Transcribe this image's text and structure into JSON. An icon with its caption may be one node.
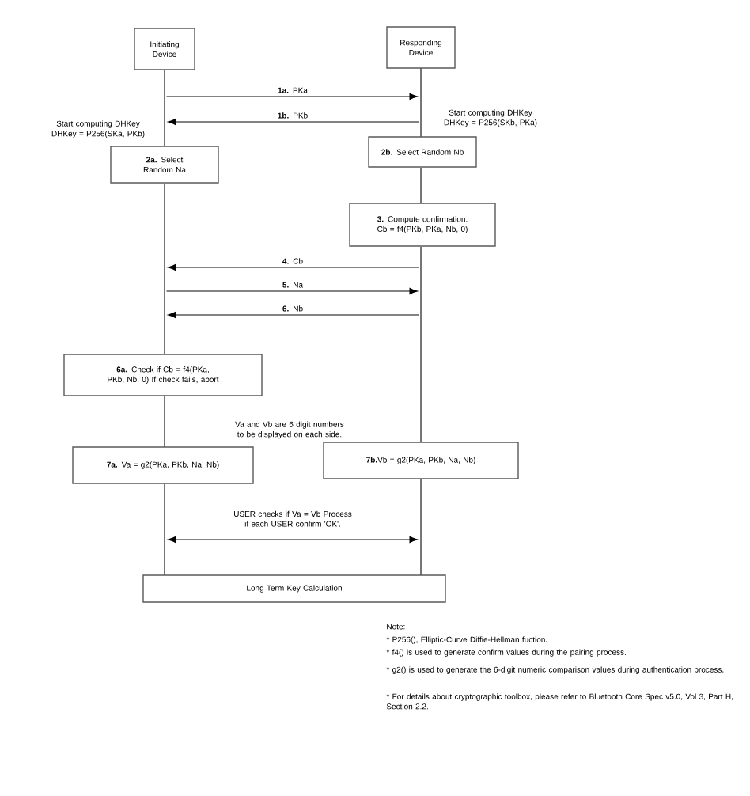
{
  "diagram": {
    "nodes": [
      {
        "text": [
          "Initiating Device"
        ]
      },
      {
        "text": [
          "Responding Device"
        ]
      },
      {
        "text": [
          "**2a.** Select Random Na"
        ]
      },
      {
        "text": [
          "**2b.** Select Random Nb"
        ]
      },
      {
        "text": [
          "**3.** Compute confirmation: Cb = f4(PKb, PKa, Nb, 0)"
        ]
      },
      {
        "text": [
          "**6a.** Check if Cb = f4(PKa, PKb, Nb, 0) If check fails, abort"
        ]
      },
      {
        "text": [
          "**7a.** Va = g2(PKa, PKb, Na, Nb)"
        ]
      },
      {
        "text": [
          "**7b.**Vb = g2(PKa, PKb, Na, Nb)"
        ]
      },
      {
        "text": [
          "Long Term Key Calculation"
        ]
      },
      {
        "text": [],
        "shape": "bar"
      },
      {
        "text": [],
        "shape": "bar"
      },
      {
        "text": [],
        "shape": "bar"
      },
      {
        "text": [],
        "shape": "bar"
      },
      {
        "text": [],
        "shape": "bar"
      },
      {
        "text": [],
        "shape": "bar"
      },
      {
        "text": [],
        "shape": "bar"
      },
      {
        "text": [],
        "shape": "bar"
      }
    ],
    "edges": [
      {
        "from": 9,
        "to": 13,
        "arrow": "to",
        "label": "**1a.**  PKa"
      },
      {
        "from": 13,
        "to": 9,
        "arrow": "to",
        "label": "**1b.**  PKb"
      },
      {
        "from": 15,
        "to": 10,
        "arrow": "to",
        "label": "**4.** Cb"
      },
      {
        "from": 10,
        "to": 15,
        "arrow": "to",
        "label": "**5.**  Na"
      },
      {
        "from": 15,
        "to": 10,
        "arrow": "to",
        "label": "**6.** Nb"
      },
      {
        "from": 12,
        "to": 16,
        "arrow": "both",
        "label": "USER checks if Va = Vb Process if each USER confirm 'OK'."
      }
    ],
    "labels": [
      "Start computing DHKey DHKey = P256(SKb, PKa)",
      "Start computing DHKey DHKey = P256(SKa, PKb)",
      "Va and Vb are 6 digit numbers to be displayed on each side.",
      "Note:",
      "* P256(), Elliptic-Curve Diffie-Hellman fuction.",
      "* f4() is used to generate confirm values during the pairing process.",
      "* g2() is used to generate the 6-digit numeric comparison values during authentication process.",
      "* For details about cryptographic toolbox, please refer to Bluetooth Core Spec v5.0, Vol 3, Part H, Section 2.2."
    ]
  }
}
